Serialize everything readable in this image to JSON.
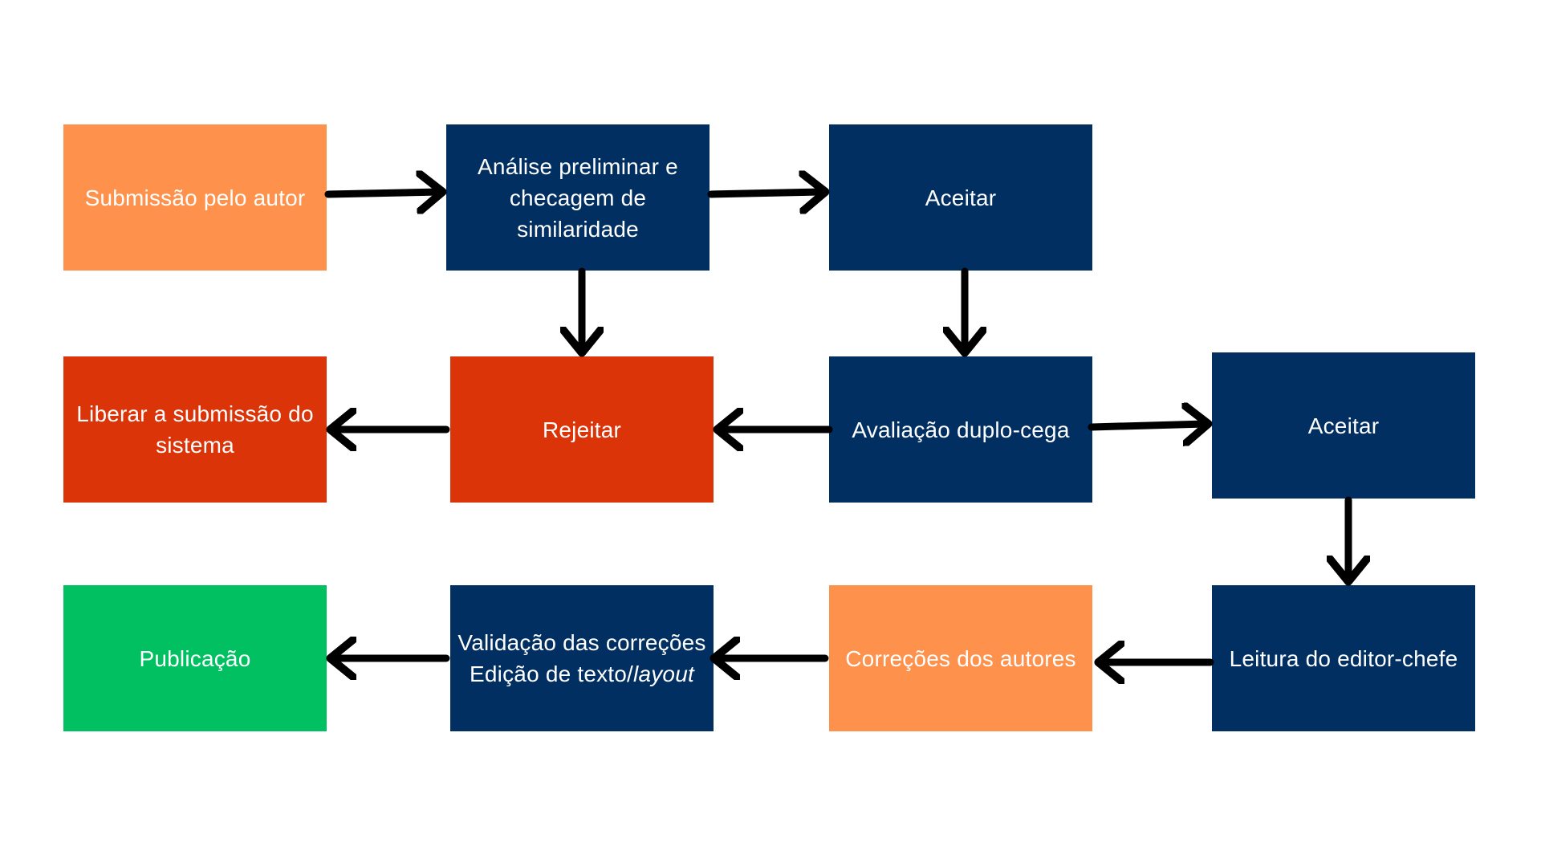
{
  "colors": {
    "navy": "#012f61",
    "orange": "#fe914c",
    "red": "#dc3409",
    "green": "#01c061",
    "arrow": "#000000"
  },
  "nodes": {
    "submissao": "Submissão pelo autor",
    "analise": "Análise preliminar e checagem de similaridade",
    "aceitar1": "Aceitar",
    "liberar": "Liberar a submissão do sistema",
    "rejeitar": "Rejeitar",
    "avaliacao": "Avaliação duplo-cega",
    "aceitar2": "Aceitar",
    "publicacao": "Publicação",
    "validacao_line1": "Validação das correções",
    "validacao_line2_prefix": "Edição de texto/",
    "validacao_line2_italic": "layout",
    "correcoes": "Correções dos autores",
    "leitura": "Leitura do editor-chefe"
  }
}
